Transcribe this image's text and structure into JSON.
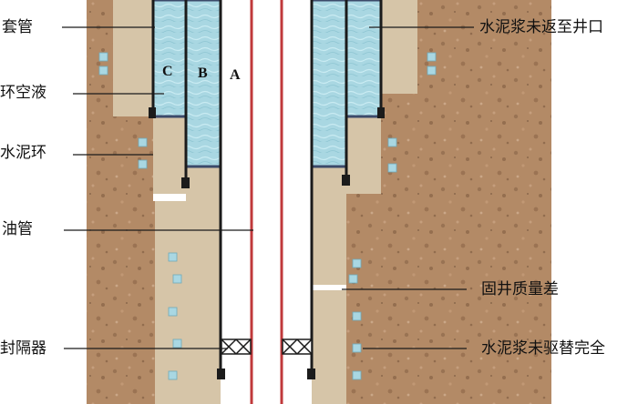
{
  "labels_left": [
    "套管",
    "环空液",
    "水泥环",
    "油管",
    "封隔器"
  ],
  "labels_right": [
    "水泥浆未返至井口",
    "固井质量差",
    "水泥浆未驱替完全"
  ],
  "annulus_labels": [
    "C",
    "B",
    "A"
  ],
  "colors": {
    "rock": "#b38a66",
    "cement": "#d6c5a8",
    "fluid": "#a9d7e2",
    "casing": "#1b1b1b",
    "tubing": "#c0393b",
    "outline": "#3c4a6a"
  }
}
